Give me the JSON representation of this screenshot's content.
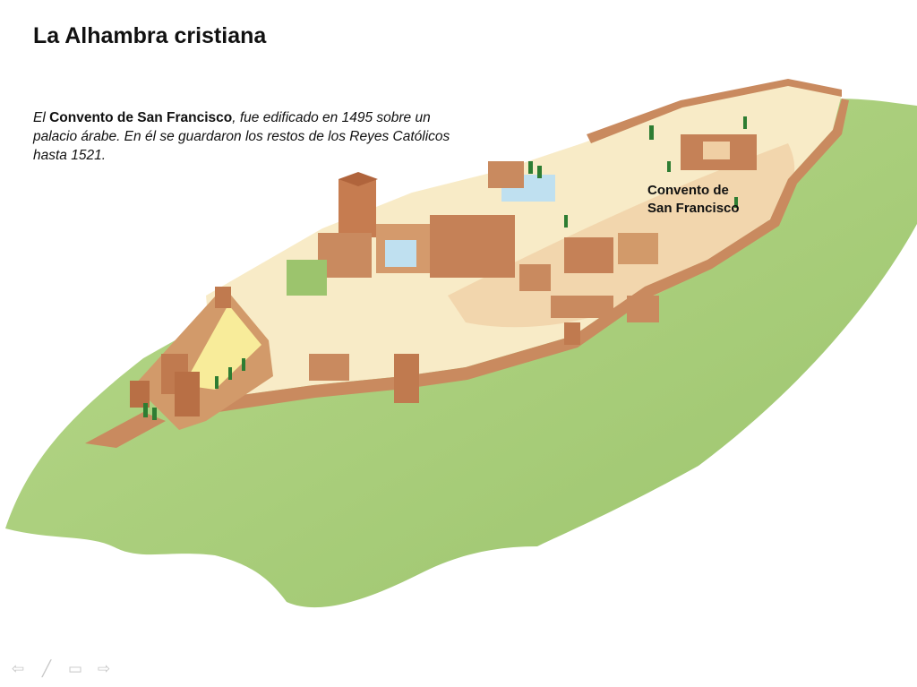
{
  "slide": {
    "title": "La Alhambra cristiana",
    "description": {
      "prefix": "El ",
      "highlight": "Convento de San Francisco",
      "suffix": ", fue edificado en 1495 sobre un palacio árabe. En él se guardaron los restos de los Reyes Católicos hasta 1521."
    },
    "callout": "Convento de\nSan Francisco"
  },
  "navigation": {
    "prev_icon": "arrow-left-icon",
    "pen_icon": "pen-icon",
    "menu_icon": "slide-menu-icon",
    "next_icon": "arrow-right-icon",
    "prev_glyph": "⇦",
    "pen_glyph": "╱",
    "menu_glyph": "▭",
    "next_glyph": "⇨"
  },
  "colors": {
    "hill": "#a9cf7c",
    "ground": "#f7e7c0",
    "wall": "#c98a5f",
    "roof": "#b5673f",
    "tree": "#2e7d32"
  }
}
